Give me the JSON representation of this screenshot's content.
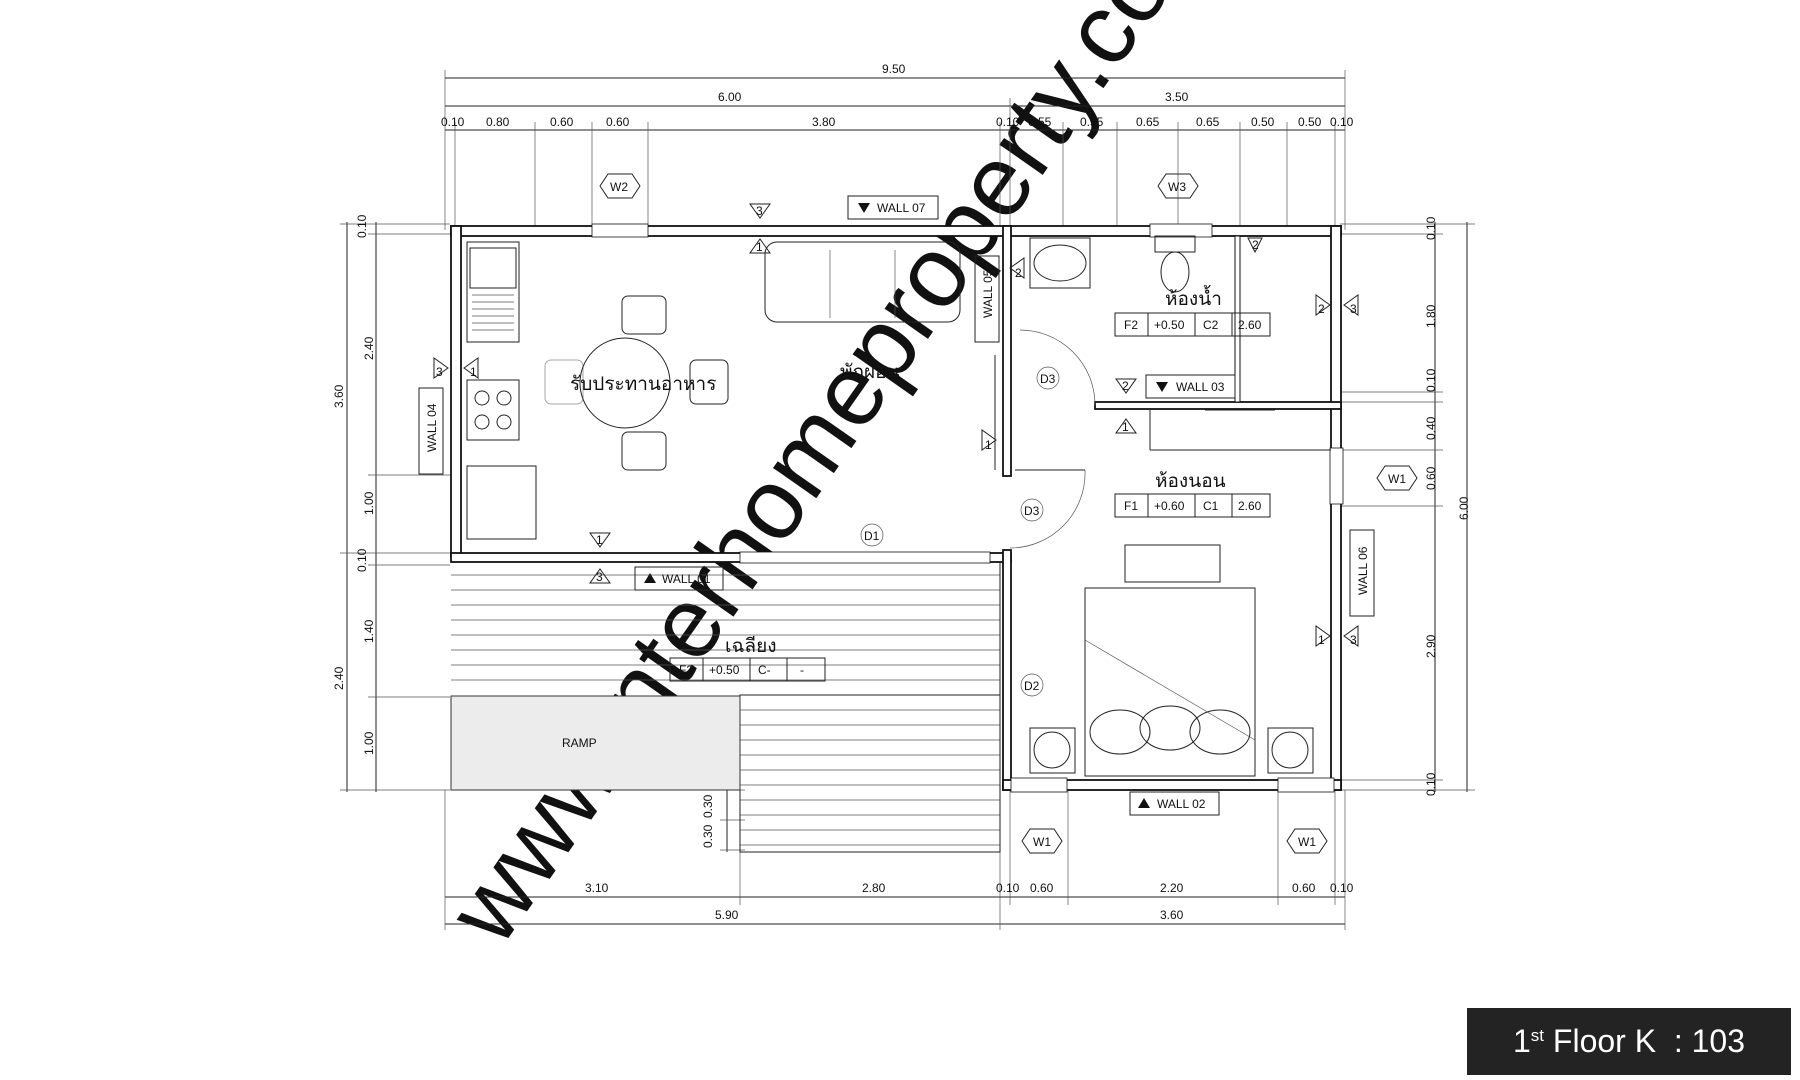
{
  "watermark": "www.interhomeproperty.com",
  "title": {
    "ordinal": "1",
    "suffix": "st",
    "text": "Floor K  : 103"
  },
  "dims_top_total": "9.50",
  "dims_top_mid": [
    "6.00",
    "3.50"
  ],
  "dims_top_small": [
    "0.10",
    "0.80",
    "0.60",
    "0.60",
    "3.80",
    "0.10",
    "0.55",
    "0.55",
    "0.65",
    "0.65",
    "0.50",
    "0.50",
    "0.10"
  ],
  "dims_bottom_small": [
    "3.10",
    "2.80",
    "0.10",
    "0.60",
    "2.20",
    "0.60",
    "0.10"
  ],
  "dims_bottom_mid": [
    "5.90",
    "3.60"
  ],
  "dims_left_small": [
    "0.10",
    "2.40",
    "1.00",
    "0.10",
    "1.40",
    "1.00"
  ],
  "dims_left_mid": [
    "3.60",
    "2.40"
  ],
  "dims_right_small": [
    "0.10",
    "1.80",
    "0.10",
    "0.40",
    "0.60",
    "2.90",
    "0.10"
  ],
  "dims_right_total": "6.00",
  "dims_stair": [
    "0.30",
    "0.30"
  ],
  "rooms": {
    "dining": "รับประทานอาหาร",
    "living": "พักผ่อน",
    "bathroom": "ห้องน้ำ",
    "bedroom": "ห้องนอน",
    "terrace": "เฉลียง",
    "ramp": "RAMP"
  },
  "finish_tags": {
    "bathroom": [
      "F2",
      "+0.50",
      "C2",
      "2.60"
    ],
    "bedroom": [
      "F1",
      "+0.60",
      "C1",
      "2.60"
    ],
    "terrace": [
      "F3",
      "+0.50",
      "C-",
      "-"
    ]
  },
  "walls": {
    "w07": "WALL 07",
    "w05": "WALL 05",
    "w04": "WALL 04",
    "w03": "WALL 03",
    "w01": "WALL 01",
    "w06": "WALL 06",
    "w02": "WALL 02"
  },
  "windows": {
    "w2": "W2",
    "w3": "W3",
    "w1a": "W1",
    "w1b": "W1",
    "w1c": "W1"
  },
  "doors": {
    "d1": "D1",
    "d2": "D2",
    "d3a": "D3",
    "d3b": "D3"
  },
  "markers": {
    "one": "1",
    "two": "2",
    "three": "3"
  }
}
